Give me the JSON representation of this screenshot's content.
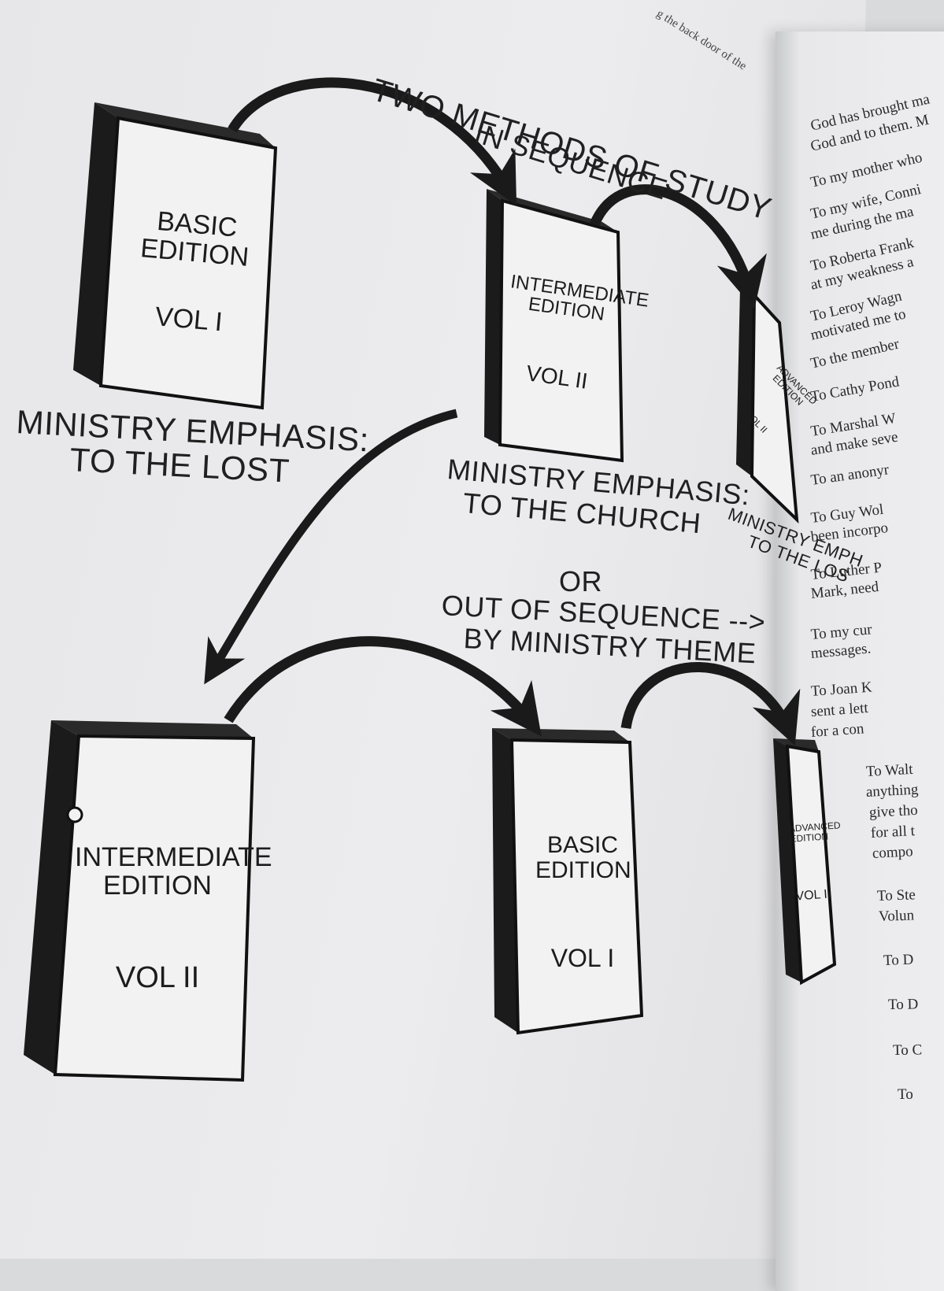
{
  "header": {
    "title_line1": "TWO METHODS OF STUDY",
    "title_line2": "IN SEQUENCE",
    "top_fragment": "g the back door of the"
  },
  "books": [
    {
      "id": "basic-vol1-top",
      "edition": "BASIC EDITION",
      "vol": "VOL I"
    },
    {
      "id": "intermediate-vol2-top",
      "edition": "INTERMEDIATE EDITION",
      "vol": "VOL II"
    },
    {
      "id": "advanced-vol3-top",
      "edition": "ADVANCED EDITION",
      "vol": "VOL II"
    },
    {
      "id": "intermediate-vol2-bottom",
      "edition": "INTERMEDIATE EDITION",
      "vol": "VOL II"
    },
    {
      "id": "basic-vol1-bottom",
      "edition": "BASIC EDITION",
      "vol": "VOL I"
    },
    {
      "id": "advanced-vol3-bottom",
      "edition": "ADVANCED EDITION",
      "vol": "VOL II"
    }
  ],
  "emphasis": {
    "lost_line1": "MINISTRY EMPHASIS:",
    "lost_line2": "TO THE LOST",
    "church_line1": "MINISTRY EMPHASIS:",
    "church_line2": "TO THE CHURCH",
    "right_line1": "MINISTRY EMPH",
    "right_line2": "TO THE LOS"
  },
  "alt": {
    "or": "OR",
    "line1": "OUT OF SEQUENCE -->",
    "line2": "BY MINISTRY THEME"
  },
  "facing_page_lines": [
    "God has brought ma",
    "God and to them. M",
    "To my mother who",
    "To my wife, Conni",
    "me during the ma",
    "To Roberta Frank",
    "at my weakness a",
    "To Leroy Wagn",
    "motivated me to",
    "To the member",
    "To Cathy Pond",
    "To Marshal W",
    "and make seve",
    "To an anonyr",
    "To Guy Wol",
    "been incorpo",
    "To Luther P",
    "Mark, need",
    "To my cur",
    "messages.",
    "To Joan K",
    "sent a lett",
    "for a con",
    "To Walt",
    "anything",
    "give tho",
    "for all t",
    "compo",
    "To Ste",
    "Volun",
    "To D",
    "To D",
    "To C",
    "To"
  ]
}
